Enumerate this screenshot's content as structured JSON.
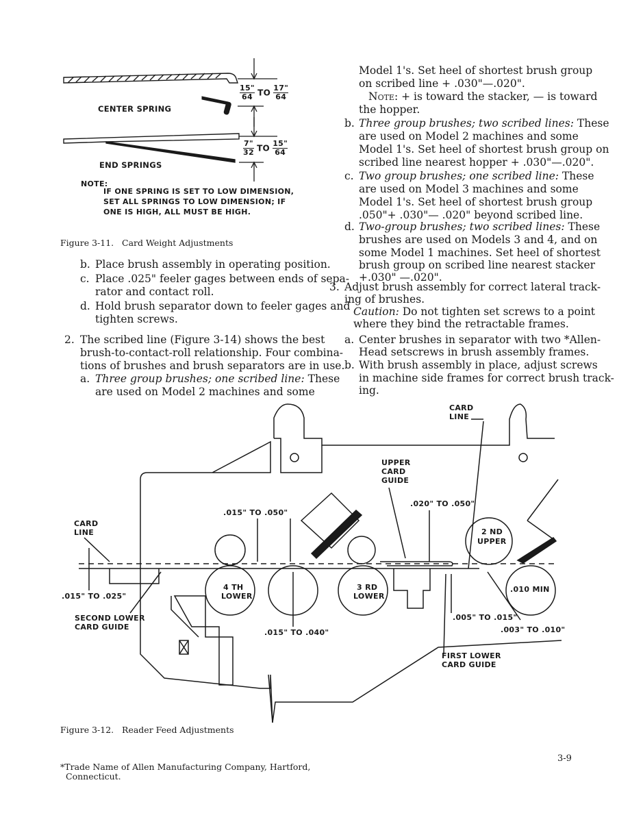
{
  "fig11": {
    "center_spring": "CENTER SPRING",
    "end_springs": "END SPRINGS",
    "center_dim_a_num": "15\"",
    "center_dim_a_den": "64",
    "center_dim_to": "TO",
    "center_dim_b_num": "17\"",
    "center_dim_b_den": "64",
    "end_dim_a_num": "7\"",
    "end_dim_a_den": "32",
    "end_dim_to": "TO",
    "end_dim_b_num": "15\"",
    "end_dim_b_den": "64",
    "note_title": "NOTE:",
    "note_line1": "IF ONE SPRING IS SET TO LOW DIMENSION,",
    "note_line2": "SET ALL SPRINGS TO LOW DIMENSION; IF",
    "note_line3": "ONE IS HIGH, ALL MUST BE HIGH.",
    "caption": "Figure 3-11.   Card Weight Adjustments"
  },
  "left_text": {
    "b_marker": "b.",
    "b_text": "Place brush assembly in operating position.",
    "c_marker": "c.",
    "c_line1": "Place .025\" feeler gages between ends of sepa-",
    "c_line2": "rator and contact roll.",
    "d_marker": "d.",
    "d_line1": "Hold brush separator down to feeler gages and",
    "d_line2": "tighten screws.",
    "p2_marker": "2.",
    "p2_line1": "The scribed line (Figure 3-14) shows the best",
    "p2_line2": "brush-to-contact-roll relationship. Four combina-",
    "p2_line3": "tions of brushes and brush separators are in use.",
    "a_marker": "a.",
    "a_italic": "Three group brushes; one scribed line:",
    "a_rest1": "These",
    "a_line2": "are used on Model 2 machines and some"
  },
  "right_text": {
    "r1": "Model 1's. Set heel of shortest brush group",
    "r2": "on scribed line + .030\"—.020\".",
    "note_label": "Note:",
    "note_text": "+ is toward the stacker, — is toward",
    "note_line2": "the hopper.",
    "b_marker": "b.",
    "b_italic": "Three group brushes; two scribed lines:",
    "b_rest1": "These",
    "b_l2": "are used on Model 2 machines and some",
    "b_l3": "Model 1's. Set heel of shortest brush group on",
    "b_l4": "scribed line nearest hopper + .030\"—.020\".",
    "c_marker": "c.",
    "c_italic": "Two group brushes; one scribed line:",
    "c_rest1": "These",
    "c_l2": "are used on Model 3 machines and some",
    "c_l3": "Model 1's. Set heel of shortest brush group",
    "c_l4": ".050\"+ .030\"— .020\" beyond scribed line.",
    "d_marker": "d.",
    "d_italic": "Two-group brushes; two scribed lines:",
    "d_rest1": "These",
    "d_l2": "brushes are used on Models 3 and 4, and on",
    "d_l3": "some Model 1 machines. Set heel of shortest",
    "d_l4": "brush group on scribed line nearest stacker",
    "d_l5": "+.030\" —.020\".",
    "p3_marker": "3.",
    "p3_l1": "Adjust brush assembly for correct lateral track-",
    "p3_l2": "ing of brushes.",
    "caution_label": "Caution:",
    "caution_l1": "Do not tighten set screws to a point",
    "caution_l2": "where they bind the retractable frames.",
    "a_marker": "a.",
    "a_l1": "Center brushes in separator with two *Allen-",
    "a_l2": "Head setscrews in brush assembly frames.",
    "b2_marker": "b.",
    "b2_l1": "With brush assembly in place, adjust screws",
    "b2_l2": "in machine side frames for correct brush track-",
    "b2_l3": "ing."
  },
  "fig12": {
    "card_line_top_1": "CARD",
    "card_line_top_2": "LINE",
    "upper_card_guide_1": "UPPER",
    "upper_card_guide_2": "CARD",
    "upper_card_guide_3": "GUIDE",
    "dim_020_050": ".020\" TO .050\"",
    "dim_015_050": ".015\" TO .050\"",
    "card_line_left_1": "CARD",
    "card_line_left_2": "LINE",
    "second_upper_1": "2 ND",
    "second_upper_2": "UPPER",
    "fourth_lower_1": "4 TH",
    "fourth_lower_2": "LOWER",
    "third_lower_1": "3 RD",
    "third_lower_2": "LOWER",
    "dim_010_min": ".010 MIN",
    "dim_015_025": ".015\" TO .025\"",
    "second_lower_1": "SECOND LOWER",
    "second_lower_2": "CARD GUIDE",
    "dim_005_015": ".005\" TO .015\"",
    "dim_003_010": ".003\" TO .010\"",
    "dim_015_040": ".015\" TO .040\"",
    "first_lower_1": "FIRST LOWER",
    "first_lower_2": "CARD GUIDE",
    "caption": "Figure 3-12.   Reader Feed Adjustments"
  },
  "footer": {
    "footnote_l1": "*Trade Name of Allen Manufacturing Company, Hartford,",
    "footnote_l2": "Connecticut.",
    "page_number": "3-9"
  }
}
